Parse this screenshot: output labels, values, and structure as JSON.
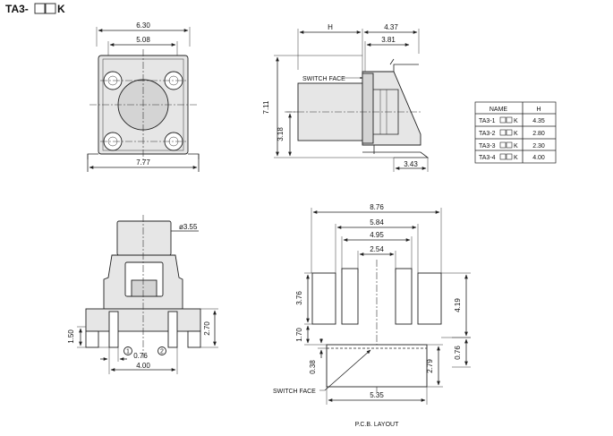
{
  "title": {
    "prefix": "TA3-",
    "suffix": "K"
  },
  "front_view": {
    "dim_width": "6.30",
    "dim_hole_spacing": "5.08",
    "dim_base_width": "7.77"
  },
  "side_view": {
    "dim_h": "H",
    "dim_top": "4.37",
    "dim_top_inner": "3.81",
    "dim_height": "7.11",
    "dim_lower_height": "3.18",
    "dim_bottom": "3.43",
    "switch_face": "SWITCH FACE"
  },
  "height_table": {
    "headers": [
      "NAME",
      "H"
    ],
    "rows": [
      {
        "name_prefix": "TA3-1",
        "name_suffix": "K",
        "h": "4.35"
      },
      {
        "name_prefix": "TA3-2",
        "name_suffix": "K",
        "h": "2.80"
      },
      {
        "name_prefix": "TA3-3",
        "name_suffix": "K",
        "h": "2.30"
      },
      {
        "name_prefix": "TA3-4",
        "name_suffix": "K",
        "h": "4.00"
      }
    ]
  },
  "bottom_view": {
    "dim_diameter": "ø3.55",
    "dim_lead_height": "1.50",
    "dim_height": "2.70",
    "dim_pitch": "0.76",
    "dim_width": "4.00",
    "pin1": "1",
    "pin2": "2"
  },
  "pcb_layout": {
    "dim_outer": "8.76",
    "dim_second": "5.84",
    "dim_third": "4.95",
    "dim_inner": "2.54",
    "dim_pad_height": "3.76",
    "dim_total_height": "4.19",
    "dim_gap": "1.70",
    "dim_small": "0.38",
    "dim_outline_height": "2.79",
    "dim_right_small": "0.76",
    "dim_outline_width": "5.35",
    "switch_face": "SWITCH FACE",
    "caption": "P.C.B. LAYOUT"
  }
}
